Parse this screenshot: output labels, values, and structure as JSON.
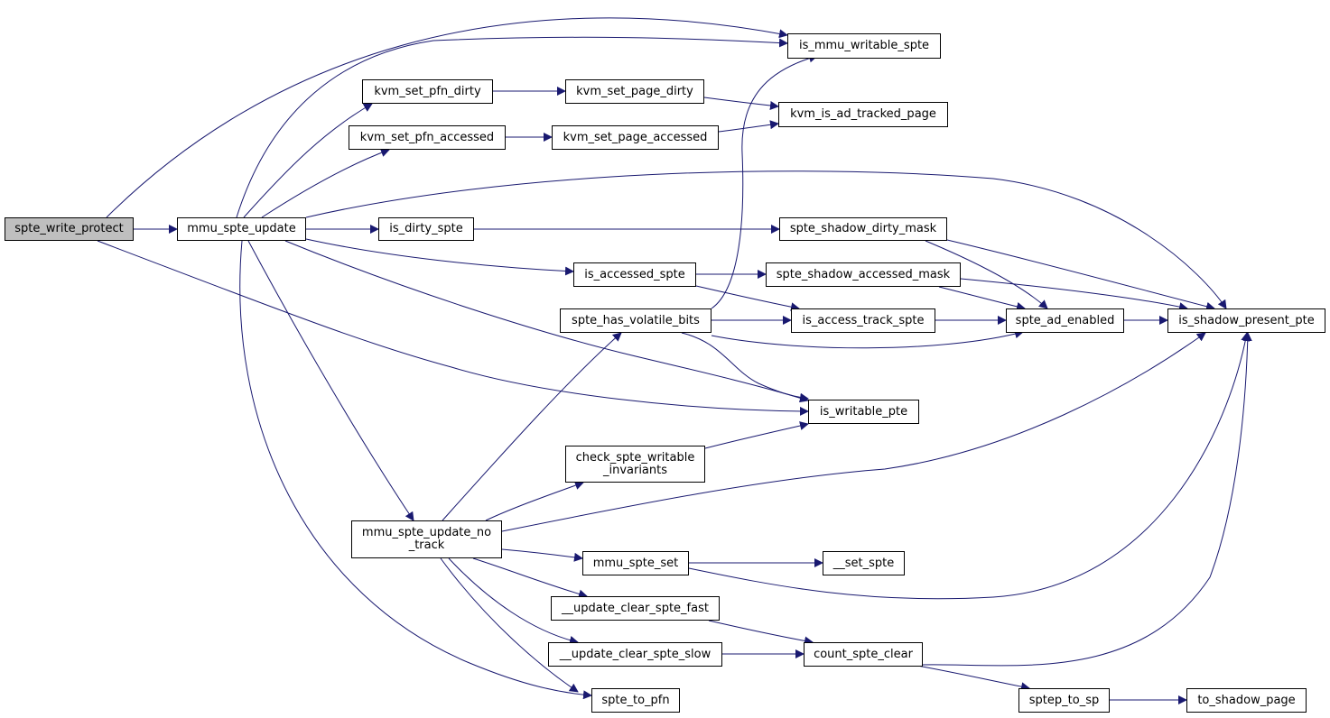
{
  "graph": {
    "root": "spte_write_protect",
    "colors": {
      "edge": "#191970",
      "node_border": "#000000",
      "root_fill": "#bfbfbf",
      "node_fill": "#ffffff"
    },
    "nodes": {
      "spte_write_protect": "spte_write_protect",
      "mmu_spte_update": "mmu_spte_update",
      "is_mmu_writable_spte": "is_mmu_writable_spte",
      "kvm_set_pfn_dirty": "kvm_set_pfn_dirty",
      "kvm_set_page_dirty": "kvm_set_page_dirty",
      "kvm_is_ad_tracked_page": "kvm_is_ad_tracked_page",
      "kvm_set_pfn_accessed": "kvm_set_pfn_accessed",
      "kvm_set_page_accessed": "kvm_set_page_accessed",
      "is_dirty_spte": "is_dirty_spte",
      "spte_shadow_dirty_mask": "spte_shadow_dirty_mask",
      "is_accessed_spte": "is_accessed_spte",
      "spte_shadow_accessed_mask": "spte_shadow_accessed_mask",
      "spte_has_volatile_bits": "spte_has_volatile_bits",
      "is_access_track_spte": "is_access_track_spte",
      "spte_ad_enabled": "spte_ad_enabled",
      "is_shadow_present_pte": "is_shadow_present_pte",
      "is_writable_pte": "is_writable_pte",
      "check_spte_writable_invariants": "check_spte_writable\n_invariants",
      "mmu_spte_update_no_track": "mmu_spte_update_no\n_track",
      "mmu_spte_set": "mmu_spte_set",
      "__set_spte": "__set_spte",
      "__update_clear_spte_fast": "__update_clear_spte_fast",
      "__update_clear_spte_slow": "__update_clear_spte_slow",
      "count_spte_clear": "count_spte_clear",
      "spte_to_pfn": "spte_to_pfn",
      "sptep_to_sp": "sptep_to_sp",
      "to_shadow_page": "to_shadow_page"
    },
    "edges": [
      [
        "spte_write_protect",
        "mmu_spte_update"
      ],
      [
        "spte_write_protect",
        "is_mmu_writable_spte"
      ],
      [
        "spte_write_protect",
        "is_writable_pte"
      ],
      [
        "mmu_spte_update",
        "is_mmu_writable_spte"
      ],
      [
        "mmu_spte_update",
        "kvm_set_pfn_dirty"
      ],
      [
        "mmu_spte_update",
        "kvm_set_pfn_accessed"
      ],
      [
        "mmu_spte_update",
        "is_dirty_spte"
      ],
      [
        "mmu_spte_update",
        "is_accessed_spte"
      ],
      [
        "mmu_spte_update",
        "is_writable_pte"
      ],
      [
        "mmu_spte_update",
        "mmu_spte_update_no_track"
      ],
      [
        "mmu_spte_update",
        "spte_to_pfn"
      ],
      [
        "mmu_spte_update",
        "is_shadow_present_pte"
      ],
      [
        "kvm_set_pfn_dirty",
        "kvm_set_page_dirty"
      ],
      [
        "kvm_set_page_dirty",
        "kvm_is_ad_tracked_page"
      ],
      [
        "kvm_set_pfn_accessed",
        "kvm_set_page_accessed"
      ],
      [
        "kvm_set_page_accessed",
        "kvm_is_ad_tracked_page"
      ],
      [
        "is_dirty_spte",
        "spte_shadow_dirty_mask"
      ],
      [
        "spte_shadow_dirty_mask",
        "spte_ad_enabled"
      ],
      [
        "spte_shadow_dirty_mask",
        "is_shadow_present_pte"
      ],
      [
        "is_accessed_spte",
        "spte_shadow_accessed_mask"
      ],
      [
        "is_accessed_spte",
        "is_access_track_spte"
      ],
      [
        "spte_shadow_accessed_mask",
        "spte_ad_enabled"
      ],
      [
        "spte_shadow_accessed_mask",
        "is_shadow_present_pte"
      ],
      [
        "spte_has_volatile_bits",
        "is_mmu_writable_spte"
      ],
      [
        "spte_has_volatile_bits",
        "is_access_track_spte"
      ],
      [
        "spte_has_volatile_bits",
        "spte_ad_enabled"
      ],
      [
        "spte_has_volatile_bits",
        "is_writable_pte"
      ],
      [
        "is_access_track_spte",
        "spte_ad_enabled"
      ],
      [
        "spte_ad_enabled",
        "is_shadow_present_pte"
      ],
      [
        "check_spte_writable_invariants",
        "is_writable_pte"
      ],
      [
        "mmu_spte_update_no_track",
        "spte_has_volatile_bits"
      ],
      [
        "mmu_spte_update_no_track",
        "check_spte_writable_invariants"
      ],
      [
        "mmu_spte_update_no_track",
        "is_shadow_present_pte"
      ],
      [
        "mmu_spte_update_no_track",
        "mmu_spte_set"
      ],
      [
        "mmu_spte_update_no_track",
        "__update_clear_spte_fast"
      ],
      [
        "mmu_spte_update_no_track",
        "__update_clear_spte_slow"
      ],
      [
        "mmu_spte_update_no_track",
        "spte_to_pfn"
      ],
      [
        "mmu_spte_set",
        "__set_spte"
      ],
      [
        "mmu_spte_set",
        "is_shadow_present_pte"
      ],
      [
        "__update_clear_spte_fast",
        "count_spte_clear"
      ],
      [
        "__update_clear_spte_slow",
        "count_spte_clear"
      ],
      [
        "count_spte_clear",
        "is_shadow_present_pte"
      ],
      [
        "count_spte_clear",
        "sptep_to_sp"
      ],
      [
        "sptep_to_sp",
        "to_shadow_page"
      ]
    ]
  }
}
